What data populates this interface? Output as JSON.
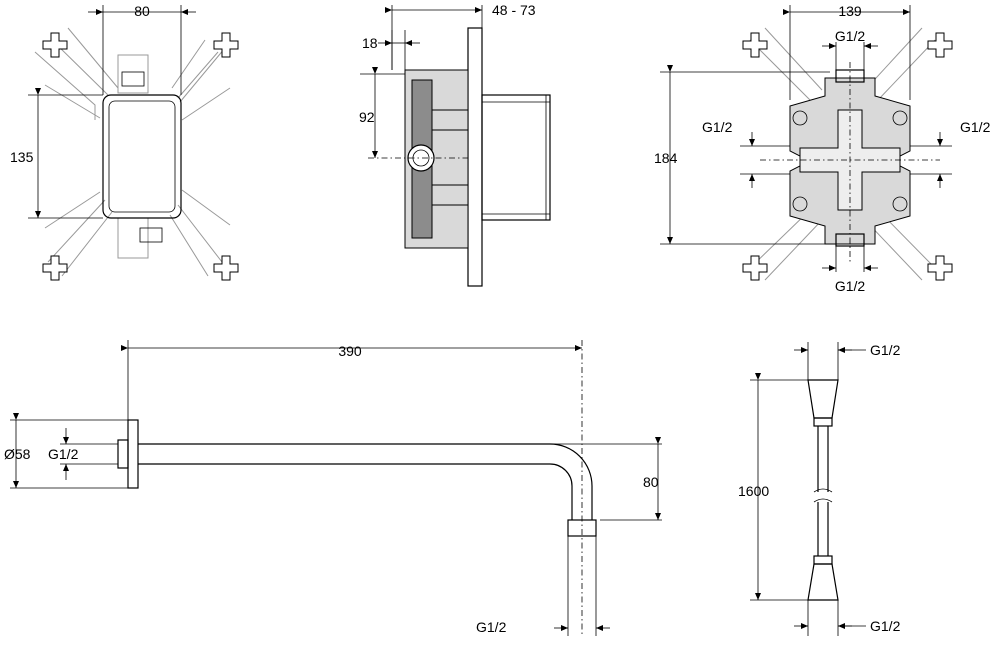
{
  "drawing": {
    "frame_front": {
      "width": "80",
      "height": "135"
    },
    "side_section": {
      "depth": "48 - 73",
      "offset": "18",
      "axis_height": "92"
    },
    "valve_body": {
      "width": "139",
      "height": "184",
      "thread_top": "G1/2",
      "thread_left": "G1/2",
      "thread_right": "G1/2",
      "thread_bottom": "G1/2"
    },
    "shower_arm": {
      "length": "390",
      "drop": "80",
      "flange_diameter": "Ø58",
      "thread_inlet": "G1/2",
      "thread_outlet": "G1/2"
    },
    "hose": {
      "length": "1600",
      "thread_top": "G1/2",
      "thread_bottom": "G1/2"
    }
  }
}
